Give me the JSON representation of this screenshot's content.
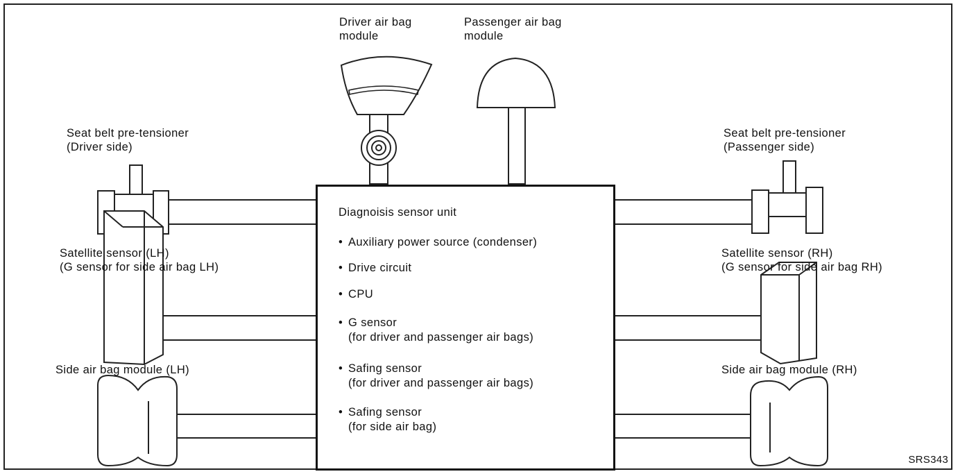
{
  "labels": {
    "driver_module": [
      "Driver air bag",
      "module"
    ],
    "passenger_module": [
      "Passenger air bag",
      "module"
    ],
    "pretensioner_driver": [
      "Seat belt pre-tensioner",
      "(Driver side)"
    ],
    "pretensioner_passenger": [
      "Seat belt pre-tensioner",
      "(Passenger side)"
    ],
    "satellite_lh": [
      "Satellite sensor (LH)",
      "(G sensor for side air bag LH)"
    ],
    "satellite_rh": [
      "Satellite sensor (RH)",
      "(G sensor for side air bag RH)"
    ],
    "side_module_lh": "Side air bag module (LH)",
    "side_module_rh": "Side air bag module (RH)"
  },
  "unit": {
    "title": "Diagnoisis sensor unit",
    "bullet": "•",
    "features": [
      {
        "line1": "Auxiliary power source (condenser)",
        "line2": ""
      },
      {
        "line1": "Drive circuit",
        "line2": ""
      },
      {
        "line1": "CPU",
        "line2": ""
      },
      {
        "line1": "G sensor",
        "line2": "(for driver and passenger air bags)"
      },
      {
        "line1": "Safing sensor",
        "line2": "(for driver and passenger air bags)"
      },
      {
        "line1": "Safing sensor",
        "line2": "(for side air bag)"
      }
    ]
  },
  "figure_code": "SRS343"
}
